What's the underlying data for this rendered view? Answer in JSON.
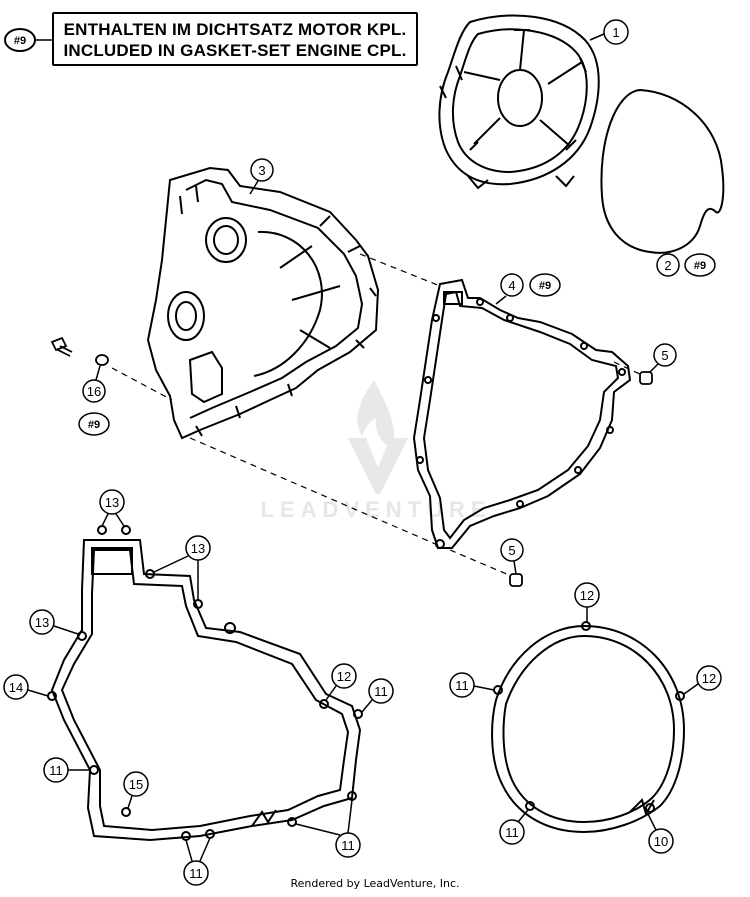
{
  "note": {
    "marker": "#9",
    "line_de": "ENTHALTEN IM DICHTSATZ MOTOR KPL.",
    "line_en": "INCLUDED IN GASKET-SET ENGINE CPL."
  },
  "callouts": {
    "c1": "1",
    "c2": "2",
    "c2_tag": "#9",
    "c3": "3",
    "c4": "4",
    "c4_tag": "#9",
    "c5a": "5",
    "c5b": "5",
    "c16": "16",
    "c16_tag": "#9",
    "c13a": "13",
    "c13b": "13",
    "c13c": "13",
    "c14": "14",
    "c12a": "12",
    "c11a": "11",
    "c11b": "11",
    "c15": "15",
    "c11c": "11",
    "c11d": "11",
    "c12b": "12",
    "c11e": "11",
    "c12c": "12",
    "c11f": "11",
    "c10": "10"
  },
  "watermark": "LEADVENTURE",
  "footer": "Rendered by LeadVenture, Inc.",
  "colors": {
    "line": "#000000",
    "watermark": "#e6e6e6",
    "background": "#ffffff"
  },
  "icons": [
    "watermark-flame-icon"
  ]
}
